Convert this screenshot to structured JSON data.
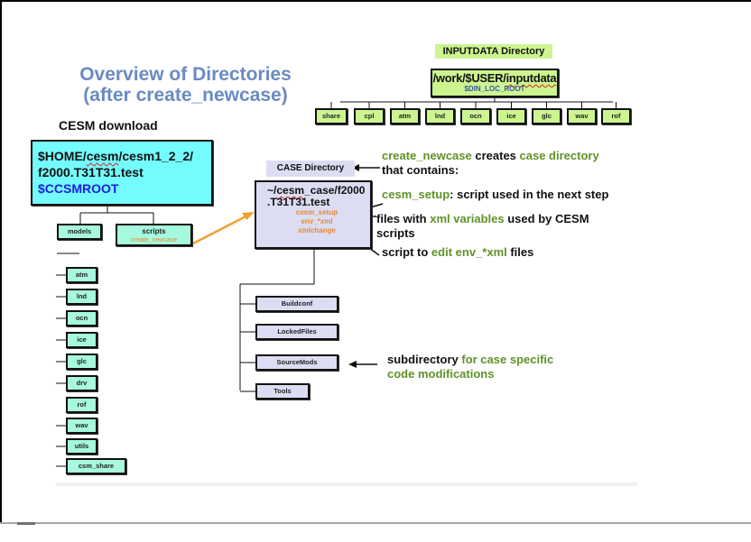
{
  "title": {
    "line1": "Overview of Directories",
    "line2": "(after create_newcase)"
  },
  "inputdata": {
    "label": "INPUTDATA Directory",
    "path": "/work/$USER/inputdata",
    "path_prefix": "/work/$USER/",
    "path_suffix": "inputdata",
    "variable": "$DIN_LOC_ROOT",
    "subdirs": [
      "share",
      "cpl",
      "atm",
      "lnd",
      "ocn",
      "ice",
      "glc",
      "wav",
      "rof"
    ]
  },
  "cesm_download": {
    "label": "CESM download",
    "path_line1_prefix": "$HOME/",
    "path_line1_squiggle": "cesm",
    "path_line1_suffix": "/cesm1_2_2/",
    "path_line2": "f2000.T31T31.test",
    "variable": "$CCSMROOT",
    "children": {
      "models": "models",
      "scripts": "scripts",
      "scripts_sub": "create_newcase"
    },
    "model_components": [
      "atm",
      "lnd",
      "ocn",
      "ice",
      "glc",
      "drv",
      "rof",
      "wav",
      "utils",
      "csm_share"
    ]
  },
  "case_directory": {
    "label": "CASE Directory",
    "path_line1_prefix": "~/",
    "path_line1_squiggle": "cesm",
    "path_line1_suffix": "_case/f2000",
    "path_line2": ".T31T31.test",
    "files": [
      "cesm_setup",
      "env_*xml",
      "xmlchange"
    ],
    "subdirs": [
      "Buildconf",
      "LockedFiles",
      "SourceMods",
      "Tools"
    ]
  },
  "annotations": {
    "creates": {
      "p1": "create_newcase",
      "p2": " creates ",
      "p3": "case directory",
      "line2": "that contains:"
    },
    "setup": {
      "p1": "cesm_setup",
      "p2": ": script used ",
      "p3": "in the next step"
    },
    "xml": {
      "p1": "files with ",
      "p2": "xml variables",
      "p3": " used by CESM",
      "line2": "scripts"
    },
    "xmlchange": {
      "p1": "script to ",
      "p2": "edit",
      "p3": " env_*xml",
      "p4": " files"
    },
    "sourcemods": {
      "p1": "subdirectory",
      "p2": " for case specific",
      "line2": "code modifications"
    }
  },
  "colors": {
    "title_blue": "#6a8ac2",
    "inputdata_green": "#ccf58f",
    "download_cyan": "#73fbfd",
    "component_mint": "#a6f8de",
    "case_lavender": "#dcdcf2",
    "annotation_green": "#5f9228",
    "file_orange": "#e88a30",
    "arrow_orange": "#f0a030",
    "variable_blue": "#1c1ce0"
  }
}
